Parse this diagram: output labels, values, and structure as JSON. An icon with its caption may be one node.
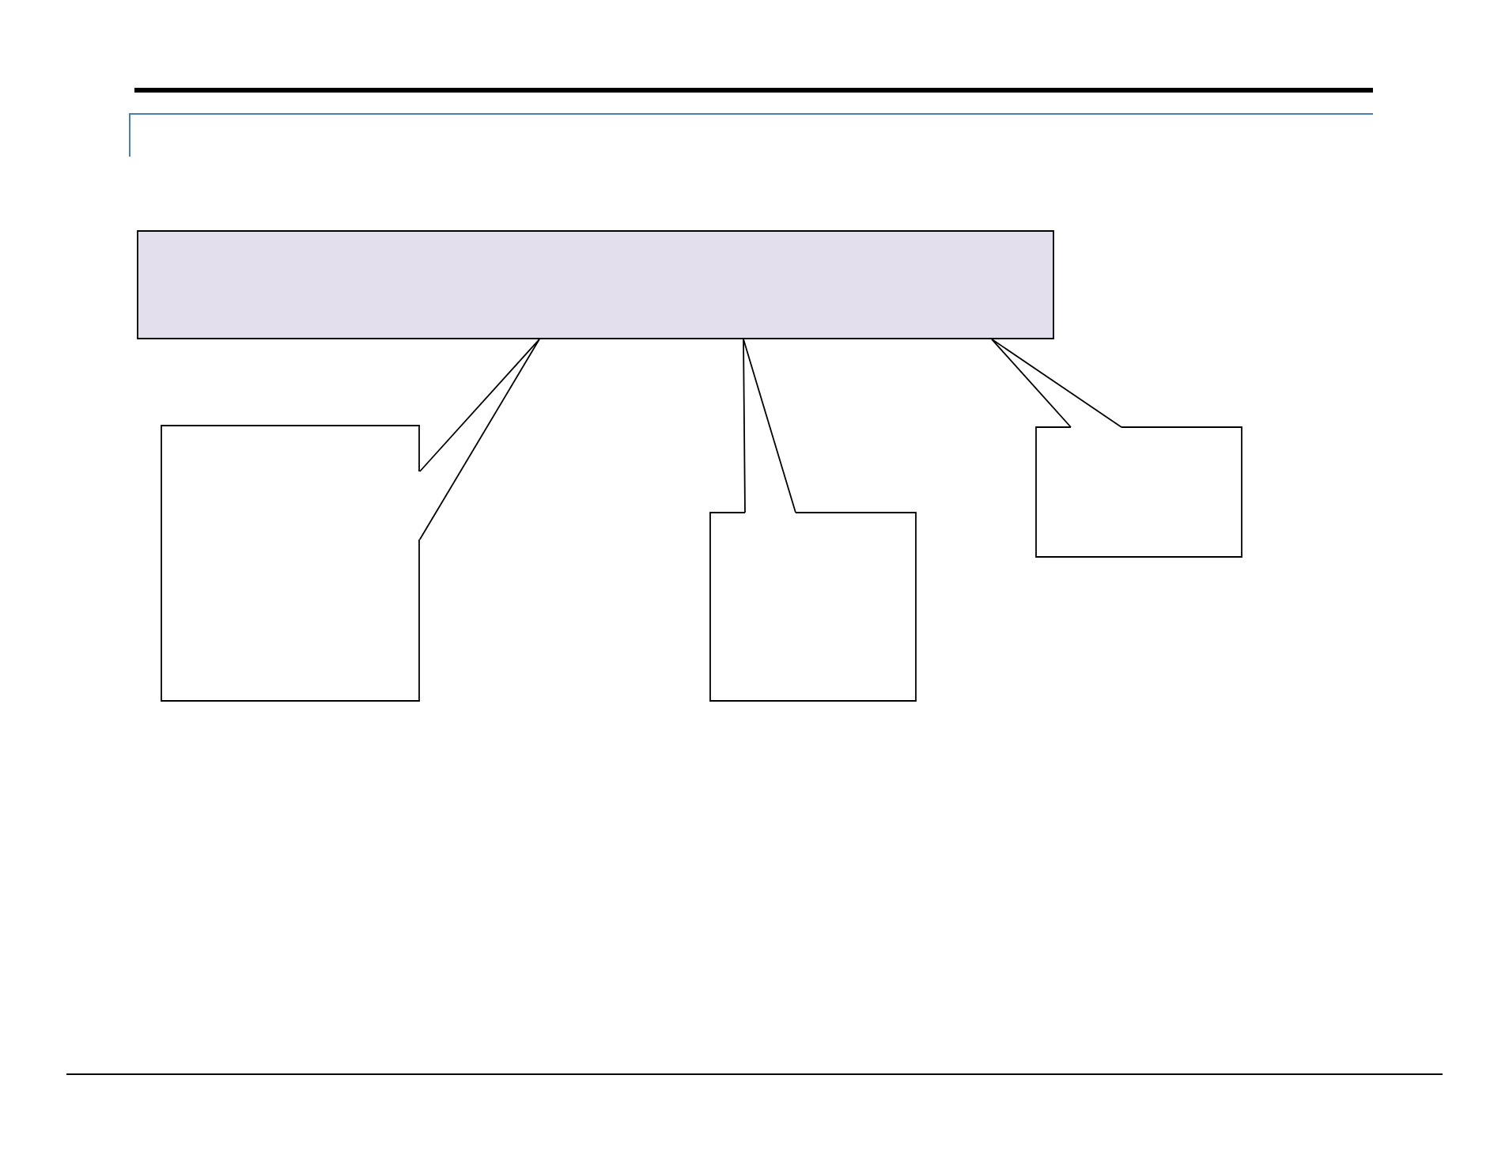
{
  "diagram": {
    "nodes": [
      {
        "text": [],
        "shape": "box"
      },
      {
        "text": [],
        "shape": "box"
      },
      {
        "text": [],
        "shape": "box"
      },
      {
        "text": [],
        "shape": "box"
      }
    ],
    "edges": [
      {
        "from": 1,
        "to": 0,
        "arrow": "none"
      },
      {
        "from": 2,
        "to": 0,
        "arrow": "none"
      },
      {
        "from": 3,
        "to": 0,
        "arrow": "none"
      }
    ]
  }
}
